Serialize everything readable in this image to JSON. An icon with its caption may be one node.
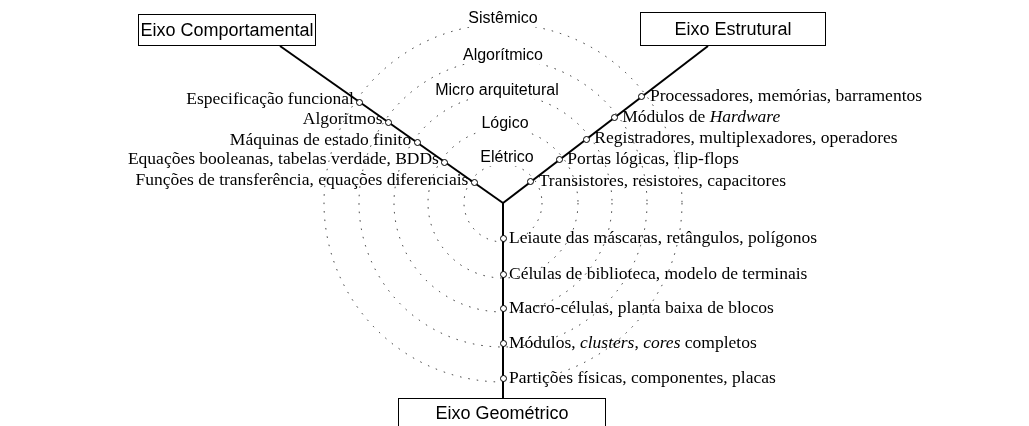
{
  "diagram": {
    "nodes": [
      {
        "text": [
          "Eixo Comportamental"
        ]
      },
      {
        "text": [
          "Eixo Estrutural"
        ]
      },
      {
        "text": [
          "Eixo Geométrico"
        ]
      },
      {
        "text": [],
        "shape": "circle",
        "beside": [
          "Especificação funcional"
        ]
      },
      {
        "text": [],
        "shape": "circle",
        "beside": [
          "Algoritmos"
        ]
      },
      {
        "text": [],
        "shape": "circle",
        "beside": [
          "Máquinas de estado finito"
        ]
      },
      {
        "text": [],
        "shape": "circle",
        "beside": [
          "Equações booleanas, tabelas verdade, BDDs"
        ]
      },
      {
        "text": [],
        "shape": "circle",
        "beside": [
          "Funções de transferência, equações diferenciais"
        ]
      },
      {
        "text": [],
        "shape": "circle",
        "beside": [
          "Processadores, memórias, barramentos"
        ]
      },
      {
        "text": [],
        "shape": "circle",
        "beside": [
          "Módulos de *Hardware*"
        ]
      },
      {
        "text": [],
        "shape": "circle",
        "beside": [
          "Registradores, multiplexadores, operadores"
        ]
      },
      {
        "text": [],
        "shape": "circle",
        "beside": [
          "Portas lógicas, flip-flops"
        ]
      },
      {
        "text": [],
        "shape": "circle",
        "beside": [
          "Transistores, resistores, capacitores"
        ]
      },
      {
        "text": [],
        "shape": "circle",
        "beside": [
          "Leiaute das máscaras, retângulos, polígonos"
        ]
      },
      {
        "text": [],
        "shape": "circle",
        "beside": [
          "Células de biblioteca, modelo de terminais"
        ]
      },
      {
        "text": [],
        "shape": "circle",
        "beside": [
          "Macro-células, planta baixa de blocos"
        ]
      },
      {
        "text": [],
        "shape": "circle",
        "beside": [
          "Módulos, *clusters*, *cores* completos"
        ]
      },
      {
        "text": [],
        "shape": "circle",
        "beside": [
          "Partições físicas, componentes, placas"
        ]
      }
    ],
    "labels": [
      "Sistêmico",
      "Algorítmico",
      "Micro arquitetural",
      "Lógico",
      "Elétrico"
    ]
  }
}
